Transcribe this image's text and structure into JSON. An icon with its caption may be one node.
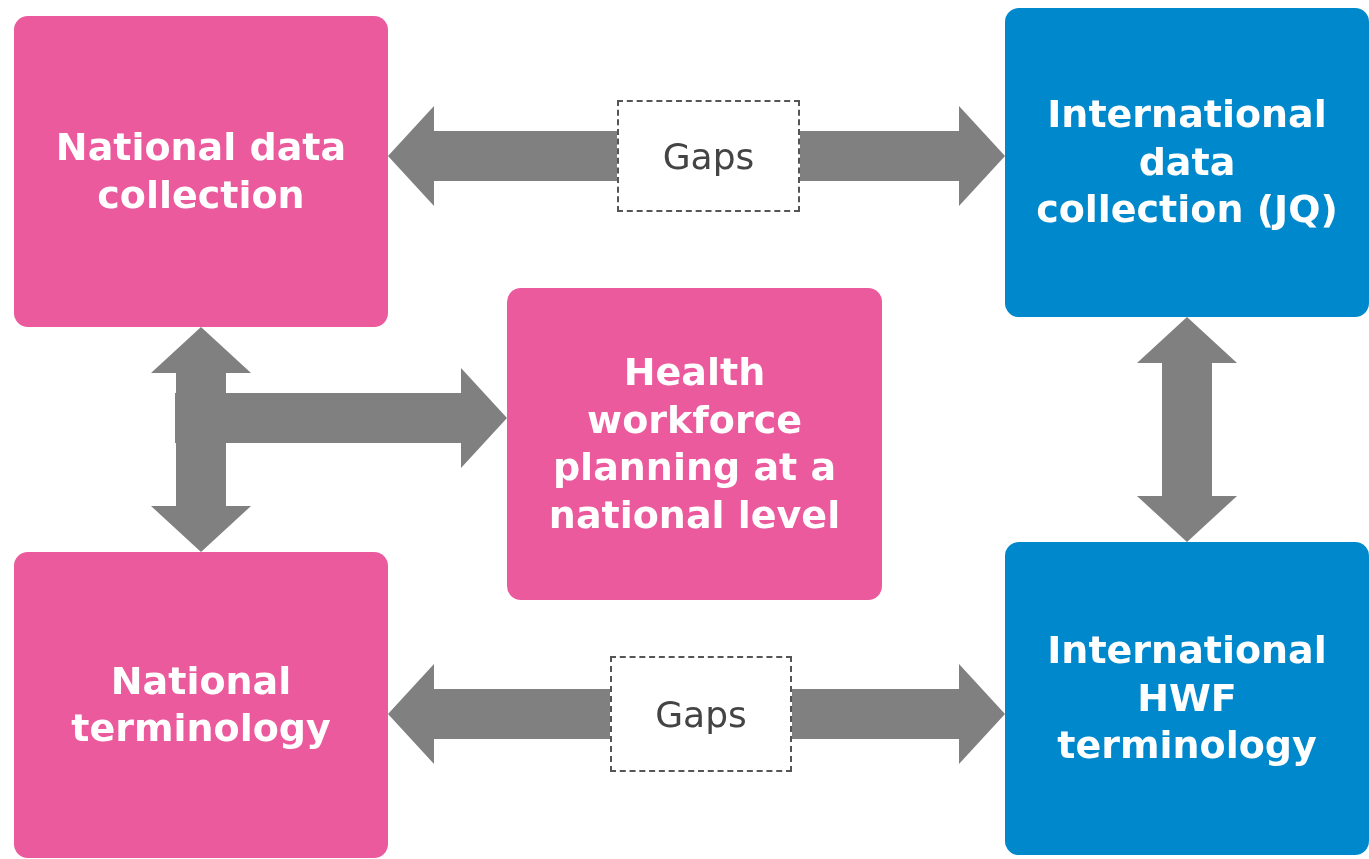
{
  "diagram": {
    "nodes": [
      {
        "text": [
          "National data collection"
        ]
      },
      {
        "text": [
          "International data collection (JQ)"
        ]
      },
      {
        "text": [
          "Health workforce planning at a national level"
        ]
      },
      {
        "text": [
          "National terminology"
        ]
      },
      {
        "text": [
          "International HWF terminology"
        ]
      },
      {
        "text": [
          "Gaps"
        ]
      },
      {
        "text": [
          "Gaps"
        ]
      }
    ],
    "edges": [
      {
        "from": 5,
        "to": 0,
        "arrow": "to"
      },
      {
        "from": 5,
        "to": 1,
        "arrow": "to"
      },
      {
        "from": 0,
        "to": 3,
        "arrow": "both"
      },
      {
        "from": null,
        "to": 2,
        "arrow": "to"
      },
      {
        "from": 1,
        "to": 4,
        "arrow": "both"
      },
      {
        "from": 6,
        "to": 3,
        "arrow": "to"
      },
      {
        "from": 6,
        "to": 4,
        "arrow": "to"
      }
    ]
  }
}
